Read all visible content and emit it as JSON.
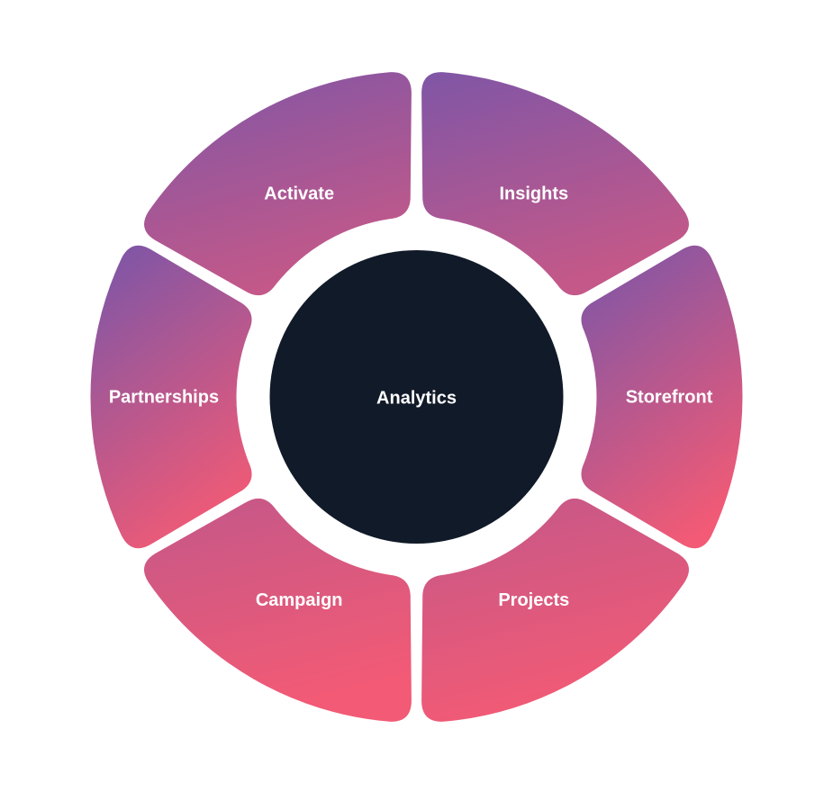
{
  "hub": {
    "label": "Analytics",
    "color": "#111a28"
  },
  "segments": [
    {
      "id": "activate",
      "label": "Activate"
    },
    {
      "id": "insights",
      "label": "Insights"
    },
    {
      "id": "storefront",
      "label": "Storefront"
    },
    {
      "id": "projects",
      "label": "Projects"
    },
    {
      "id": "campaign",
      "label": "Campaign"
    },
    {
      "id": "partnerships",
      "label": "Partnerships"
    }
  ],
  "colors": {
    "gradient_top": "#7f56a6",
    "gradient_mid": "#c35889",
    "gradient_bottom": "#f25a75",
    "text": "#ffffff",
    "background": "#ffffff"
  }
}
